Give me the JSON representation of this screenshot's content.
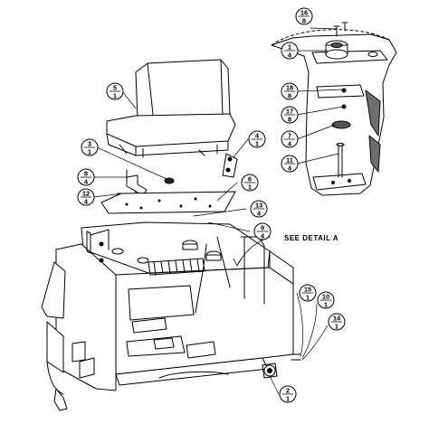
{
  "callouts": [
    {
      "id": "c-16-8",
      "top": "16",
      "bottom": "8"
    },
    {
      "id": "c-1-4",
      "top": "1",
      "bottom": "4"
    },
    {
      "id": "c-18-8",
      "top": "18",
      "bottom": "8"
    },
    {
      "id": "c-17-8",
      "top": "17",
      "bottom": "8"
    },
    {
      "id": "c-7-4",
      "top": "7",
      "bottom": "4"
    },
    {
      "id": "c-11-4",
      "top": "11",
      "bottom": "4"
    },
    {
      "id": "c-5-1",
      "top": "5",
      "bottom": "1"
    },
    {
      "id": "c-3-1",
      "top": "3",
      "bottom": "1"
    },
    {
      "id": "c-8-4",
      "top": "8",
      "bottom": "4"
    },
    {
      "id": "c-12-4",
      "top": "12",
      "bottom": "4"
    },
    {
      "id": "c-4-1",
      "top": "4",
      "bottom": "1"
    },
    {
      "id": "c-6-1",
      "top": "6",
      "bottom": "1"
    },
    {
      "id": "c-13-4",
      "top": "13",
      "bottom": "4"
    },
    {
      "id": "c-9-4",
      "top": "9",
      "bottom": "4"
    },
    {
      "id": "c-15-1",
      "top": "15",
      "bottom": "1"
    },
    {
      "id": "c-10-1",
      "top": "10",
      "bottom": "1"
    },
    {
      "id": "c-14-1",
      "top": "14",
      "bottom": "1"
    },
    {
      "id": "c-2-1",
      "top": "2",
      "bottom": "1"
    }
  ],
  "detail_note": "SEE DETAIL  A",
  "colors": {
    "ink": "#000000",
    "paper": "#ffffff",
    "shade": "#6e6e6e"
  }
}
